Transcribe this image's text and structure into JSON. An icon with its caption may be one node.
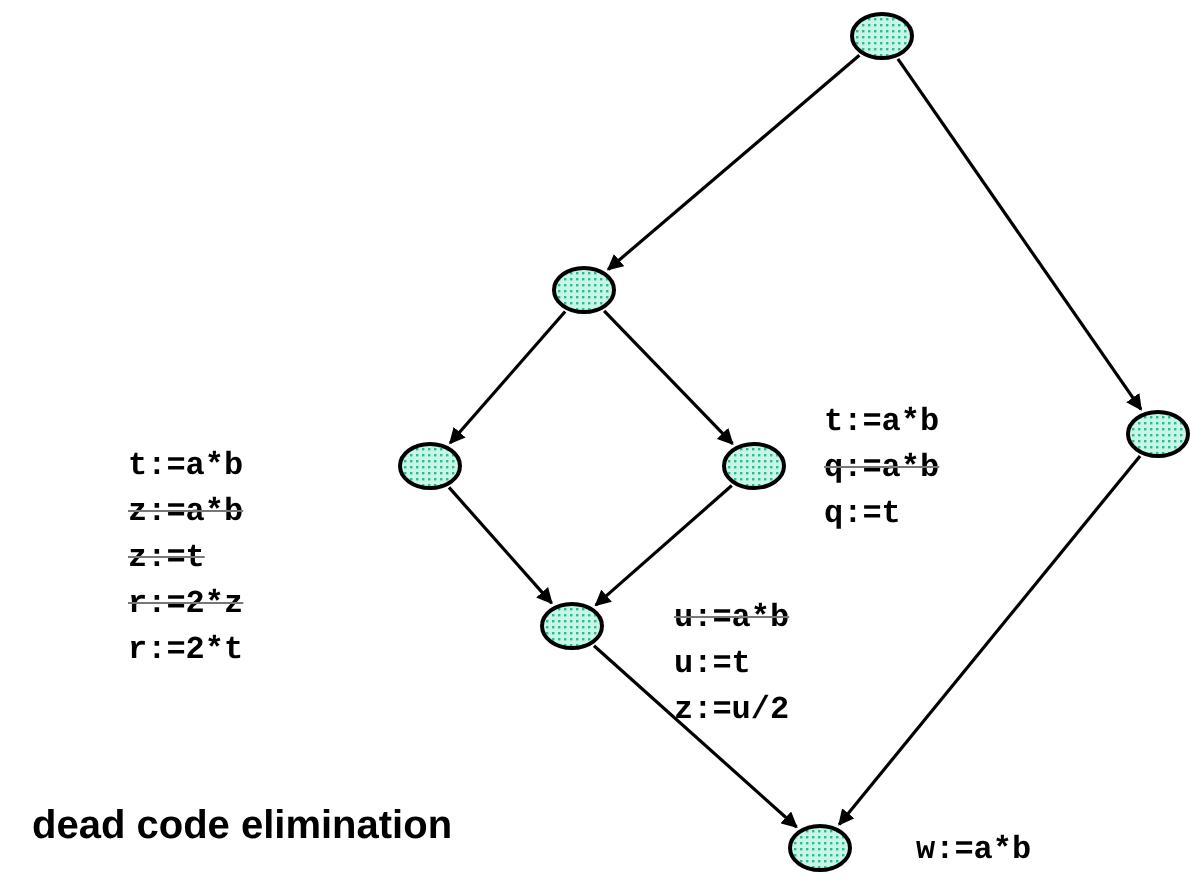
{
  "diagram": {
    "caption": "dead code elimination",
    "nodes": [
      {
        "text": [],
        "shape": "ellipse"
      },
      {
        "text": [],
        "shape": "ellipse"
      },
      {
        "text": [],
        "shape": "ellipse",
        "beside": [
          "t:=a*b",
          "z:=a*b",
          "z:=t",
          "r:=2*z",
          "r:=2*t"
        ]
      },
      {
        "text": [],
        "shape": "ellipse",
        "beside": [
          "t:=a*b",
          "q:=a*b",
          "q:=t"
        ]
      },
      {
        "text": [],
        "shape": "ellipse"
      },
      {
        "text": [],
        "shape": "ellipse",
        "beside": [
          "u:=a*b",
          "u:=t",
          "z:=u/2"
        ]
      },
      {
        "text": [],
        "shape": "ellipse",
        "beside": [
          "w:=a*b"
        ]
      }
    ],
    "edges": [
      {
        "from": 0,
        "to": 1,
        "arrow": "to"
      },
      {
        "from": 0,
        "to": 4,
        "arrow": "to"
      },
      {
        "from": 1,
        "to": 2,
        "arrow": "to"
      },
      {
        "from": 1,
        "to": 3,
        "arrow": "to"
      },
      {
        "from": 2,
        "to": 5,
        "arrow": "to"
      },
      {
        "from": 3,
        "to": 5,
        "arrow": "to"
      },
      {
        "from": 5,
        "to": 6,
        "arrow": "to"
      },
      {
        "from": 4,
        "to": 6,
        "arrow": "to"
      }
    ]
  }
}
